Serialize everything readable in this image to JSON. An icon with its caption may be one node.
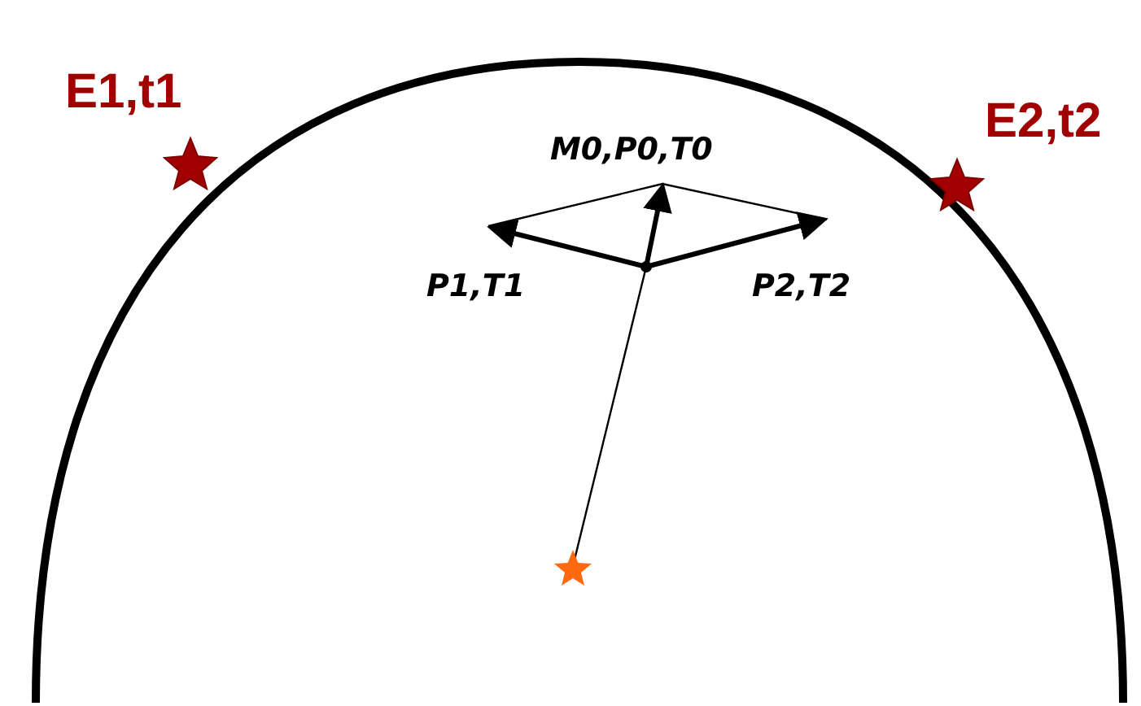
{
  "diagram": {
    "labels": [
      "E1,t1",
      "E2,t2",
      "M0,P0,T0",
      "P1,T1",
      "P2,T2"
    ]
  }
}
